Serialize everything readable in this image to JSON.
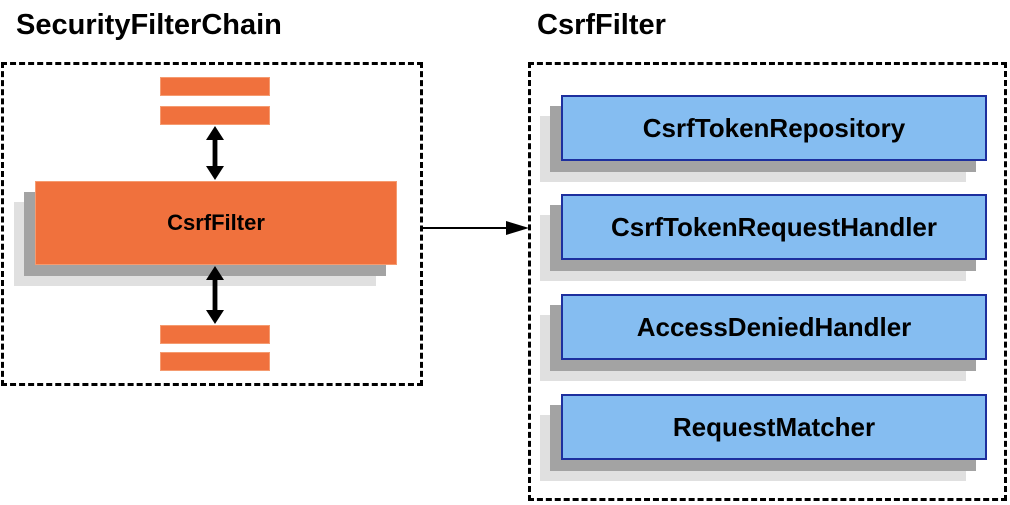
{
  "diagram": {
    "left": {
      "title": "SecurityFilterChain",
      "filter_box_label": "CsrfFilter"
    },
    "right": {
      "title": "CsrfFilter",
      "components": [
        "CsrfTokenRepository",
        "CsrfTokenRequestHandler",
        "AccessDeniedHandler",
        "RequestMatcher"
      ]
    },
    "colors": {
      "orange_fill": "#F0713D",
      "orange_border": "#F59B70",
      "blue_fill": "#85BDF1",
      "blue_border": "#1D2F9E",
      "shadow_dark": "#A3A3A3",
      "shadow_light": "#E0E0E0",
      "line": "#000000"
    }
  }
}
